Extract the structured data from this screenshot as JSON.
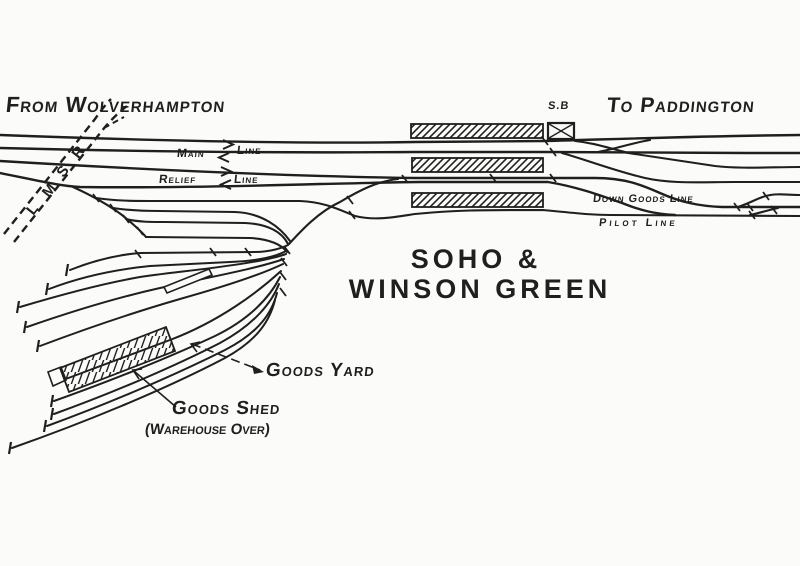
{
  "page": {
    "paper_color": "#fbfbf9",
    "ink_color": "#1f1f1f"
  },
  "diagram": {
    "title": {
      "line1": "SOHO &",
      "line2": "WINSON GREEN"
    },
    "direction_labels": {
      "west": "From Wolverhampton",
      "east": "To Paddington"
    },
    "signal_box": {
      "label": "S.B"
    },
    "running_lines": {
      "main": {
        "name": "Main",
        "suffix": "Line"
      },
      "relief": {
        "name": "Relief",
        "suffix": "Line"
      },
      "down_goods": {
        "name": "Down Goods Line"
      },
      "pilot": {
        "name": "Pilot Line"
      }
    },
    "crossing_railway": {
      "name": "L.M.S.R",
      "letters": [
        "L",
        "M",
        "S",
        "R"
      ]
    },
    "goods_facilities": {
      "yard_label": "Goods Yard",
      "shed_label": "Goods Shed",
      "shed_sublabel": "(Warehouse Over)"
    }
  }
}
